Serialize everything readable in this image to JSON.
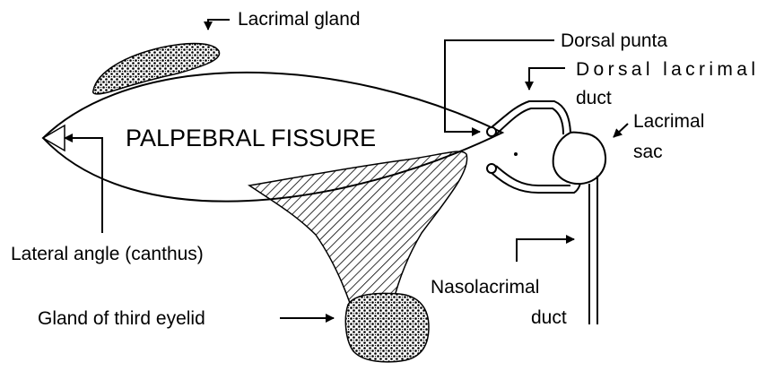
{
  "diagram": {
    "title": "PALPEBRAL FISSURE",
    "labels": {
      "lacrimal_gland": "Lacrimal gland",
      "dorsal_punta": "Dorsal punta",
      "dorsal_lacrimal_duct_line1": "Dorsal lacrimal",
      "dorsal_lacrimal_duct_line2": "duct",
      "lacrimal_sac_line1": "Lacrimal",
      "lacrimal_sac_line2": "sac",
      "lateral_angle": "Lateral angle (canthus)",
      "nasolacrimal_duct_line1": "Nasolacrimal",
      "nasolacrimal_duct_line2": "duct",
      "gland_third_eyelid": "Gland of third eyelid"
    }
  },
  "colors": {
    "ink": "#000000",
    "background": "#ffffff"
  }
}
